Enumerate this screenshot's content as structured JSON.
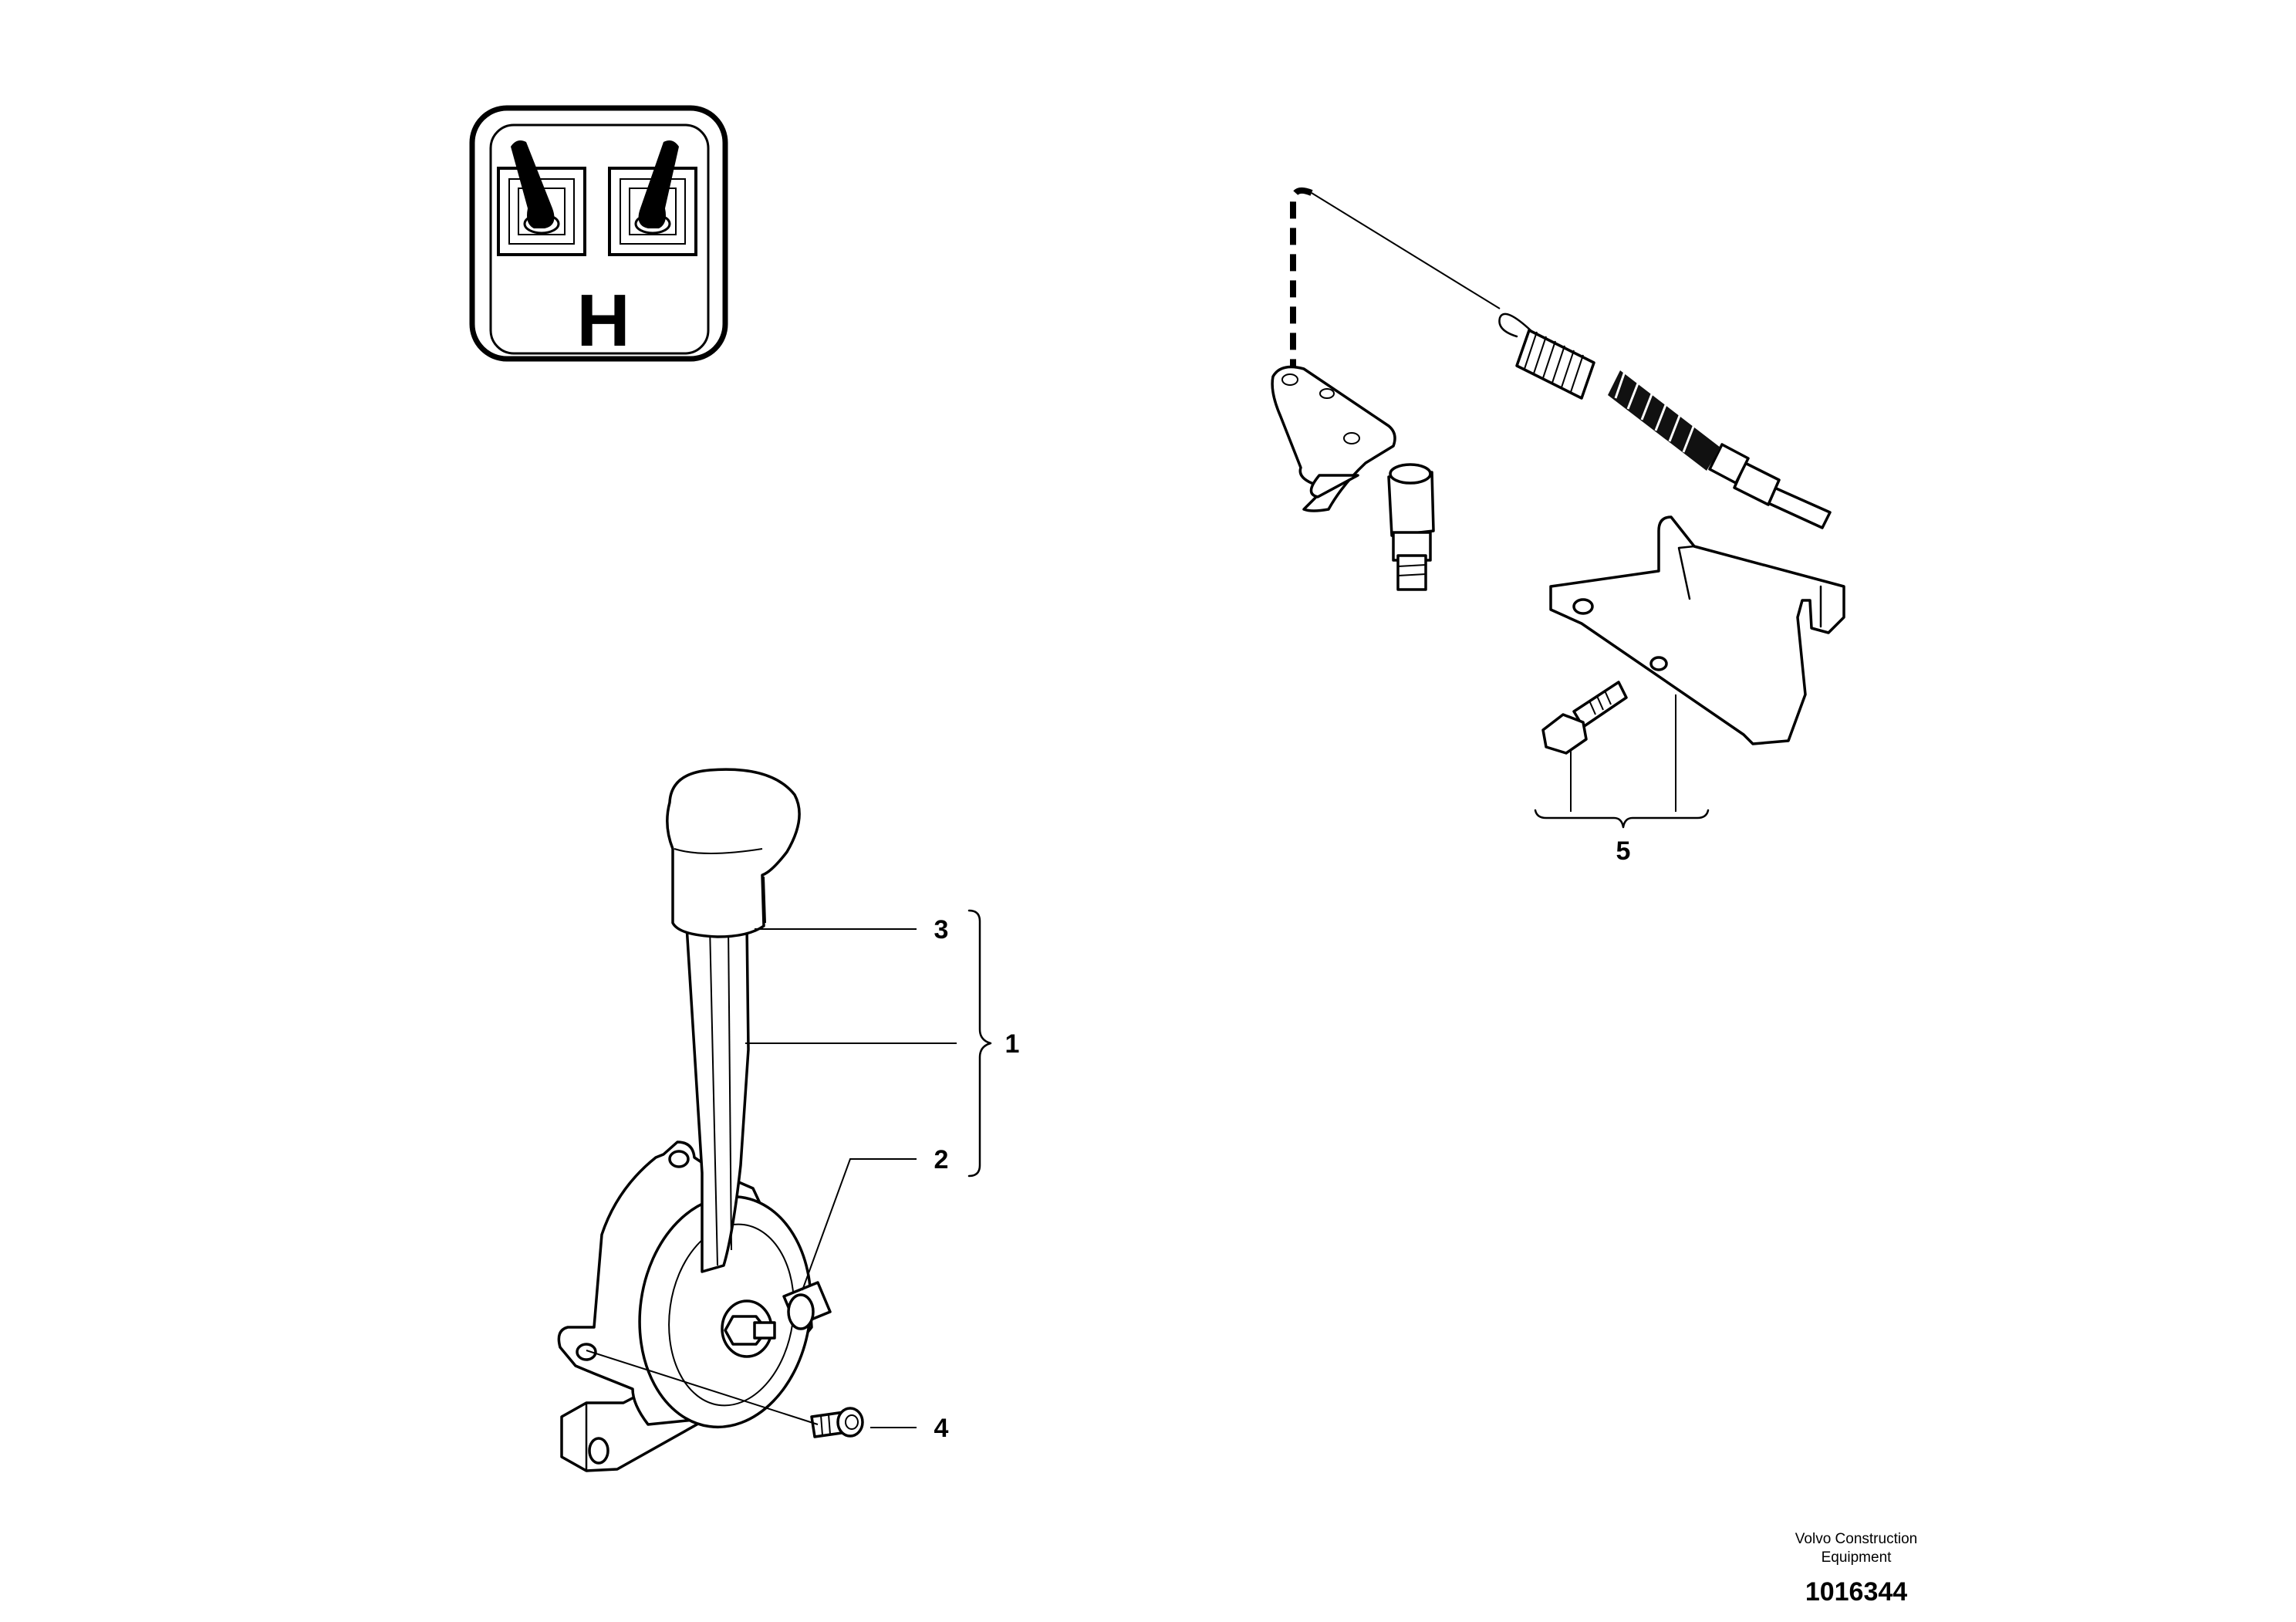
{
  "badge": {
    "letter": "H",
    "icon": "two-joystick-controls-icon"
  },
  "callouts": {
    "item_1": "1",
    "item_2": "2",
    "item_3": "3",
    "item_4": "4",
    "item_5": "5"
  },
  "footer": {
    "company_line1": "Volvo Construction",
    "company_line2": "Equipment",
    "document_number": "1016344"
  }
}
